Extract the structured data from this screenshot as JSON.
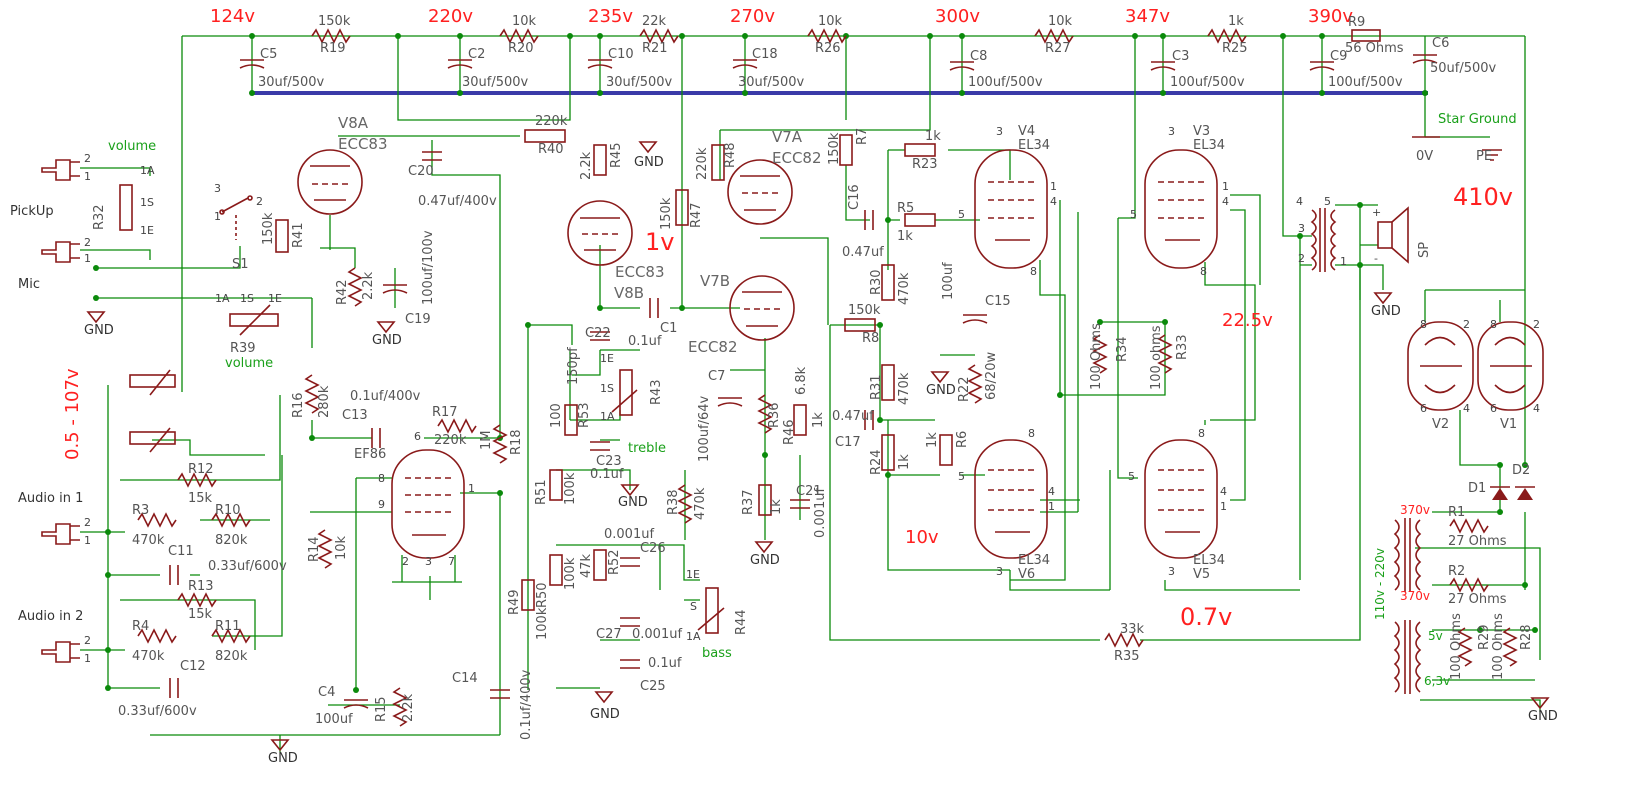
{
  "voltages": {
    "v124": "124v",
    "v220": "220v",
    "v235": "235v",
    "v270": "270v",
    "v300": "300v",
    "v347": "347v",
    "v390": "390v",
    "v410": "410v",
    "v1": "1v",
    "v10": "10v",
    "v22_5": "22.5v",
    "v0_7": "0.7v",
    "v0_5_107": "0.5 - 107v",
    "v370a": "370v",
    "v370b": "370v",
    "v110_220": "110v - 220v",
    "v5": "5v",
    "v6_3": "6,3v"
  },
  "inputs": {
    "pickup": "PickUp",
    "mic": "Mic",
    "audio1": "Audio in 1",
    "audio2": "Audio in 2"
  },
  "controls": {
    "volume_top": "volume",
    "volume_bottom": "volume",
    "treble": "treble",
    "bass": "bass",
    "star_ground": "Star Ground"
  },
  "ground": {
    "gnd": "GND",
    "zero_v": "0V",
    "pe": "PE"
  },
  "tubes": {
    "v8a": "V8A",
    "v8a_type": "ECC83",
    "v8b": "V8B",
    "v8b_type": "ECC83",
    "v7a": "V7A",
    "v7a_type": "ECC82",
    "v7b": "V7B",
    "v7b_type": "ECC82",
    "v4": "V4",
    "v4_type": "EL34",
    "v3": "V3",
    "v3_type": "EL34",
    "v6": "V6",
    "v6_type": "EL34",
    "v5": "V5",
    "v5_type": "EL34",
    "ef86": "EF86",
    "v1": "V1",
    "v2": "V2"
  },
  "supply": {
    "r19": "R19",
    "r19_v": "150k",
    "r20": "R20",
    "r20_v": "10k",
    "r21": "R21",
    "r21_v": "22k",
    "r26": "R26",
    "r26_v": "10k",
    "r27": "R27",
    "r27_v": "10k",
    "r25": "R25",
    "r25_v": "1k",
    "r9": "R9",
    "r9_v": "56 Ohms",
    "c5": "C5",
    "c5_v": "30uf/500v",
    "c2": "C2",
    "c2_v": "30uf/500v",
    "c10": "C10",
    "c10_v": "30uf/500v",
    "c18": "C18",
    "c18_v": "30uf/500v",
    "c8": "C8",
    "c8_v": "100uf/500v",
    "c3": "C3",
    "c3_v": "100uf/500v",
    "c9": "C9",
    "c9_v": "100uf/500v",
    "c6": "C6",
    "c6_v": "50uf/500v"
  },
  "parts": {
    "r32": "R32",
    "s1": "S1",
    "r41": "R41",
    "r41_v": "150k",
    "r39": "R39",
    "r42": "R42",
    "r42_v": "2.2k",
    "c19": "C19",
    "c19_v": "100uf/100v",
    "c20": "C20",
    "c20_v": "0.47uf/400v",
    "r40": "R40",
    "r40_v": "220k",
    "r16": "R16",
    "r16_v": "280k",
    "c13": "C13",
    "c13_v": "0.1uf/400v",
    "r17": "R17",
    "r17_v": "220k",
    "r18": "R18",
    "r18_v": "1M",
    "r14": "R14",
    "r14_v": "10k",
    "c4": "C4",
    "c4_v": "100uf",
    "r15": "R15",
    "r15_v": "2.2k",
    "c14": "C14",
    "c14_v": "0.1uf/400v",
    "r12": "R12",
    "r12_v": "15k",
    "r3": "R3",
    "r3_v": "470k",
    "r10": "R10",
    "r10_v": "820k",
    "c11": "C11",
    "c11_v": "0.33uf/600v",
    "r13": "R13",
    "r13_v": "15k",
    "r4": "R4",
    "r4_v": "470k",
    "r11": "R11",
    "r11_v": "820k",
    "c12": "C12",
    "c12_v": "0.33uf/600v",
    "r45": "R45",
    "r45_v": "2.2k",
    "r47": "R47",
    "r47_v": "150k",
    "r48": "R48",
    "r48_v": "220k",
    "c1": "C1",
    "c1_v": "0.1uf",
    "c22": "C22",
    "c22_v": "150pf",
    "r43": "R43",
    "r53": "R53",
    "r53_v": "100",
    "c23": "C23",
    "c23_v": "0.1uf",
    "r51": "R51",
    "r51_v": "100k",
    "r50": "R50",
    "r50_v": "100k",
    "r52": "R52",
    "r52_v": "47k",
    "c26": "C26",
    "c26_v": "0.001uf",
    "c27": "C27",
    "c27_v": "0.001uf",
    "c25": "C25",
    "c25_v": "0.1uf",
    "r49": "R49",
    "r49_v": "100k",
    "r44": "R44",
    "r36": "R36",
    "r36_v": "6.8k",
    "r46": "R46",
    "r46_v": "1k",
    "r38": "R38",
    "r38_v": "470k",
    "r37": "R37",
    "r37_v": "1k",
    "c7": "C7",
    "c7_v": "100uf/64v",
    "c21": "C21",
    "c21_v": "0.001uf",
    "r7": "R7",
    "r7_v": "150k",
    "c16": "C16",
    "c16_v": "0.47uf",
    "r23": "R23",
    "r23_v": "1k",
    "r5": "R5",
    "r5_v": "1k",
    "r30": "R30",
    "r30_v": "470k",
    "r8": "R8",
    "r8_v": "150k",
    "c15": "C15",
    "c15_v": "100uf",
    "r22": "R22",
    "r22_v": "68/20w",
    "r31": "R31",
    "r31_v": "470k",
    "c17": "C17",
    "c17_v": "0.47uf",
    "r24": "R24",
    "r24_v": "1k",
    "r6": "R6",
    "r6_v": "1k",
    "r34": "R34",
    "r34_v": "100 Ohms",
    "r33": "R33",
    "r33_v": "100 ohms",
    "r35": "R35",
    "r35_v": "33k",
    "sp": "SP",
    "r1": "R1",
    "r1_v": "27 Ohms",
    "r2": "R2",
    "r2_v": "27 Ohms",
    "d1": "D1",
    "d2": "D2",
    "r29": "R29",
    "r29_v": "100 Ohms",
    "r28": "R28",
    "r28_v": "100 Ohms"
  },
  "pins": {
    "p1a": "1A",
    "p1s": "1S",
    "p1e": "1E",
    "p2": "2",
    "p1": "1",
    "p3": "3",
    "p4": "4",
    "p5": "5",
    "p6": "6",
    "p7": "7",
    "p8": "8",
    "p9": "9",
    "pplus": "+",
    "pminus": "-",
    "pe_letter": "E",
    "ps_letter": "S",
    "pa_letter": "A"
  }
}
